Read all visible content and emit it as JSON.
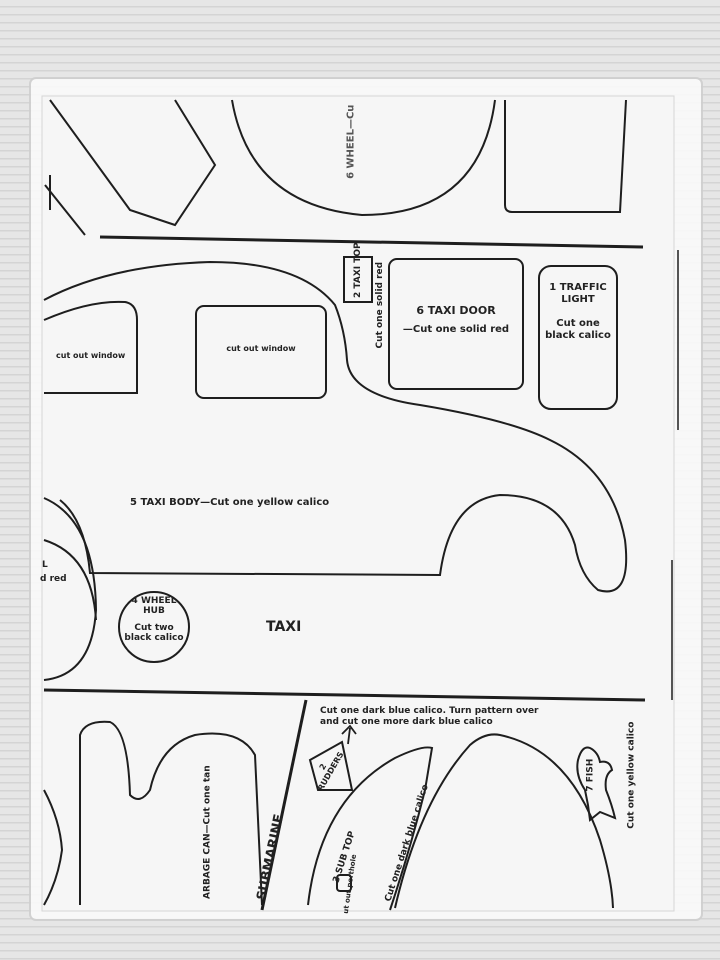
{
  "pattern_sheet": {
    "wheel_label": "6 WHEEL—Cu",
    "taxi_top_label": "2 TAXI TOP",
    "taxi_top_note": "Cut one solid red",
    "taxi_door_label": "6 TAXI DOOR",
    "taxi_door_note": "—Cut one solid red",
    "traffic_light_label": "1 TRAFFIC LIGHT",
    "traffic_light_note": "Cut one black calico",
    "rear_window": "cut out window",
    "front_window": "cut out window",
    "taxi_body_label": "5 TAXI BODY—Cut one yellow calico",
    "partial_red_label": "L",
    "partial_red_note": "d red",
    "wheel_hub_label": "4 WHEEL HUB",
    "wheel_hub_note": "Cut two black calico",
    "taxi_word": "TAXI",
    "sub_instruction_line1": "Cut one dark blue calico. Turn pattern over",
    "sub_instruction_line2": "and cut one more dark blue calico",
    "rudders_label": "2 RUDDERS",
    "garbage_can_label": "ARBAGE CAN—Cut one tan",
    "submarine_word": "SUBMARINE",
    "sub_top_label": "3 SUB TOP",
    "sub_top_porthole": "ut out porthole",
    "sub_top_note": "Cut one dark blue calico",
    "fish_label": "7 FISH",
    "fish_note": "Cut one yellow calico"
  },
  "colors": {
    "background": "#e9e9e9",
    "paper": "#f6f6f6",
    "ink": "#1e1e1e"
  }
}
